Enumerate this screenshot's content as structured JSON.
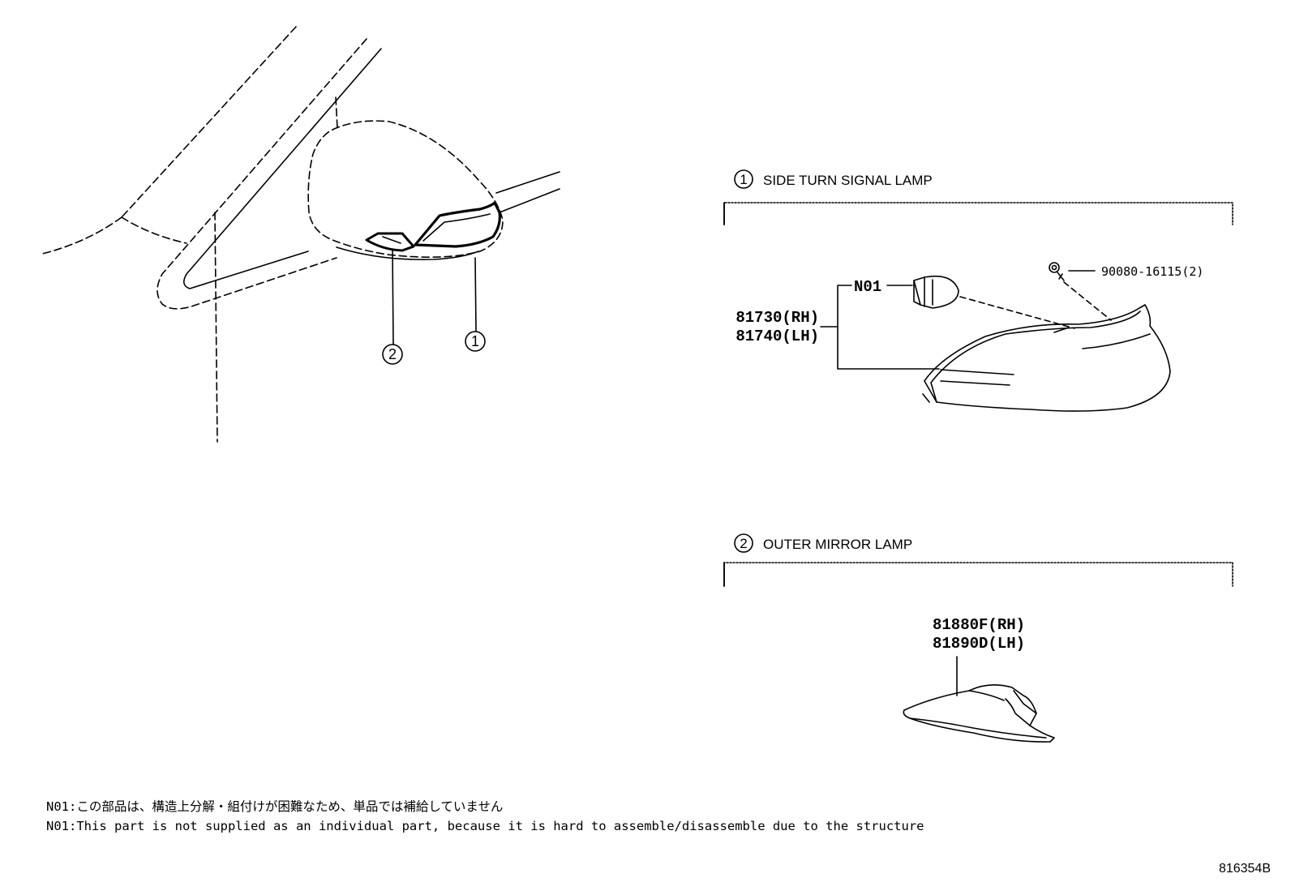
{
  "diagram": {
    "callouts": {
      "c1": "1",
      "c2": "2"
    },
    "section1": {
      "number": "1",
      "title": "SIDE TURN SIGNAL LAMP",
      "part_rh": "81730(RH)",
      "part_lh": "81740(LH)",
      "bulb_note": "N01",
      "screw_part": "90080-16115(2)"
    },
    "section2": {
      "number": "2",
      "title": "OUTER MIRROR LAMP",
      "part_rh": "81880F(RH)",
      "part_lh": "81890D(LH)"
    },
    "notes": {
      "jp": "N01:この部品は、構造上分解・組付けが困難なため、単品では補給していません",
      "en": "N01:This part is not supplied as an individual part, because it is hard to assemble/disassemble due to the structure"
    },
    "illustration_code": "816354B"
  }
}
